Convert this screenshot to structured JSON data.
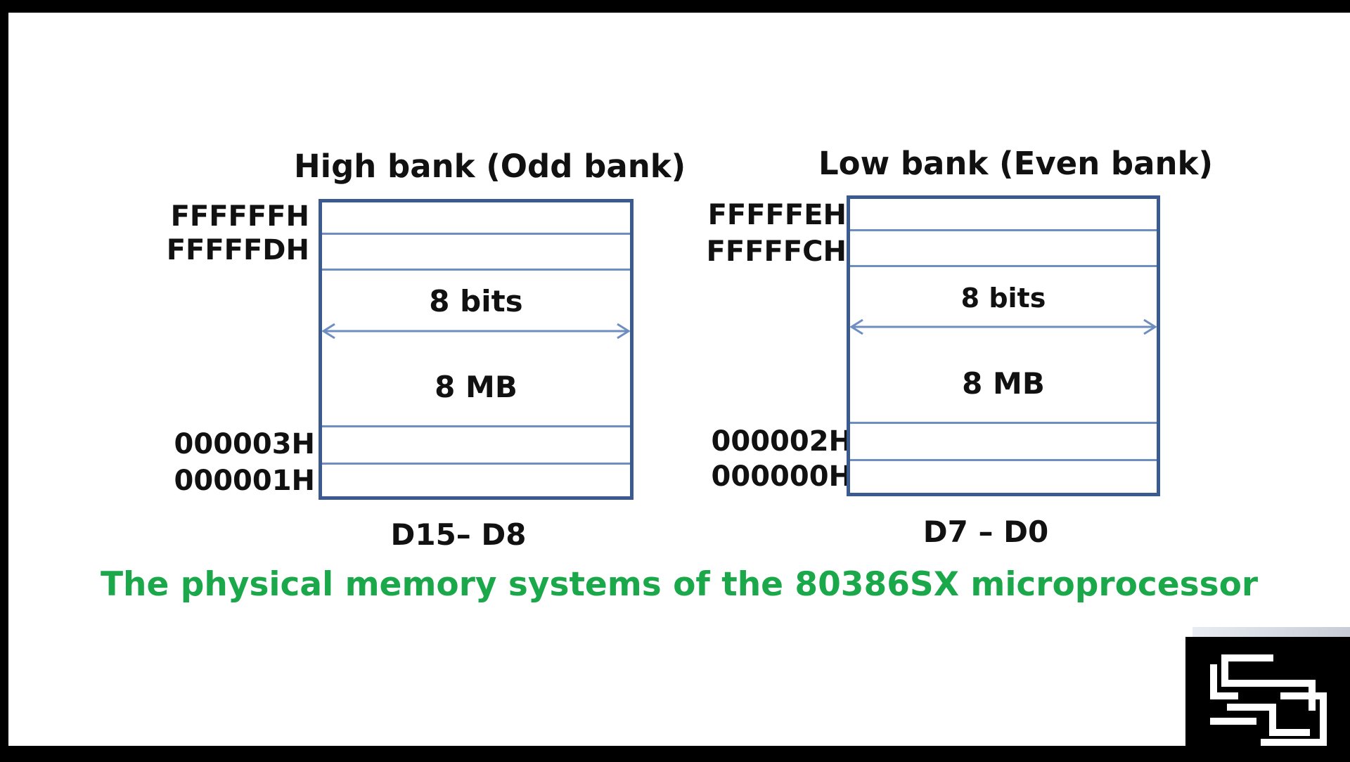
{
  "high_bank": {
    "title": "High bank (Odd bank)",
    "addr_top1": "FFFFFFH",
    "addr_top2": "FFFFFDH",
    "addr_bot1": "000003H",
    "addr_bot2": "000001H",
    "width_label": "8 bits",
    "size_label": "8 MB",
    "bus_label": "D15– D8"
  },
  "low_bank": {
    "title": "Low bank (Even bank)",
    "addr_top1": "FFFFFEH",
    "addr_top2": "FFFFFCH",
    "addr_bot1": "000002H",
    "addr_bot2": "000000H",
    "width_label": "8 bits",
    "size_label": "8 MB",
    "bus_label": "D7 – D0"
  },
  "caption": "The physical memory systems of the 80386SX microprocessor",
  "colors": {
    "bank_border": "#3b5a90",
    "row_line": "#6f8ec0",
    "caption": "#1aa84a"
  },
  "icons": {
    "logo": "channel-logo-icon"
  }
}
